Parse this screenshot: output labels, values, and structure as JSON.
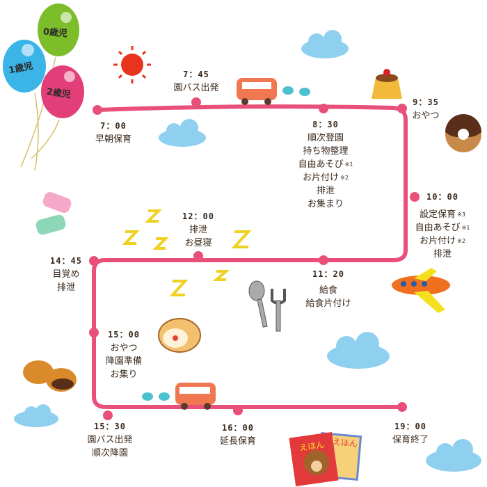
{
  "balloons": [
    {
      "label": "0歳児",
      "color": "#7cbd2a"
    },
    {
      "label": "1歳児",
      "color": "#3bb4e8"
    },
    {
      "label": "2歳児",
      "color": "#e23f78"
    }
  ],
  "path_color": "#e8507a",
  "schedule": [
    {
      "time": "7：00",
      "items": [
        "早朝保育"
      ]
    },
    {
      "time": "7：45",
      "items": [
        "園バス出発"
      ]
    },
    {
      "time": "8：30",
      "items": [
        "順次登園",
        "持ち物整理",
        "自由あそび",
        "お片付け",
        "排泄",
        "お集まり"
      ],
      "notes": [
        "",
        "",
        "※1",
        "※2",
        "",
        ""
      ]
    },
    {
      "time": "9：35",
      "items": [
        "おやつ"
      ]
    },
    {
      "time": "10：00",
      "items": [
        "設定保育",
        "自由あそび",
        "お片付け",
        "排泄"
      ],
      "notes": [
        "※3",
        "※1",
        "※2",
        ""
      ]
    },
    {
      "time": "11：20",
      "items": [
        "給食",
        "給食片付け"
      ]
    },
    {
      "time": "12：00",
      "items": [
        "排泄",
        "お昼寝"
      ]
    },
    {
      "time": "14：45",
      "items": [
        "目覚め",
        "排泄"
      ]
    },
    {
      "time": "15：00",
      "items": [
        "おやつ",
        "降園準備",
        "お集り"
      ]
    },
    {
      "time": "15：30",
      "items": [
        "園バス出発",
        "順次降園"
      ]
    },
    {
      "time": "16：00",
      "items": [
        "延長保育"
      ]
    },
    {
      "time": "19：00",
      "items": [
        "保育終了"
      ]
    }
  ],
  "book_labels": [
    "えほん",
    "えほん"
  ]
}
